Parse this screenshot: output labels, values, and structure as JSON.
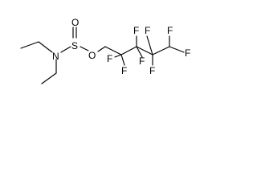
{
  "structure": {
    "atoms": {
      "n": "N",
      "s": "S",
      "o_double": "O",
      "o_ester": "O",
      "f1": "F",
      "f2": "F",
      "f3": "F",
      "f4": "F",
      "f5": "F",
      "f6": "F",
      "f7": "F",
      "f8": "F"
    }
  }
}
